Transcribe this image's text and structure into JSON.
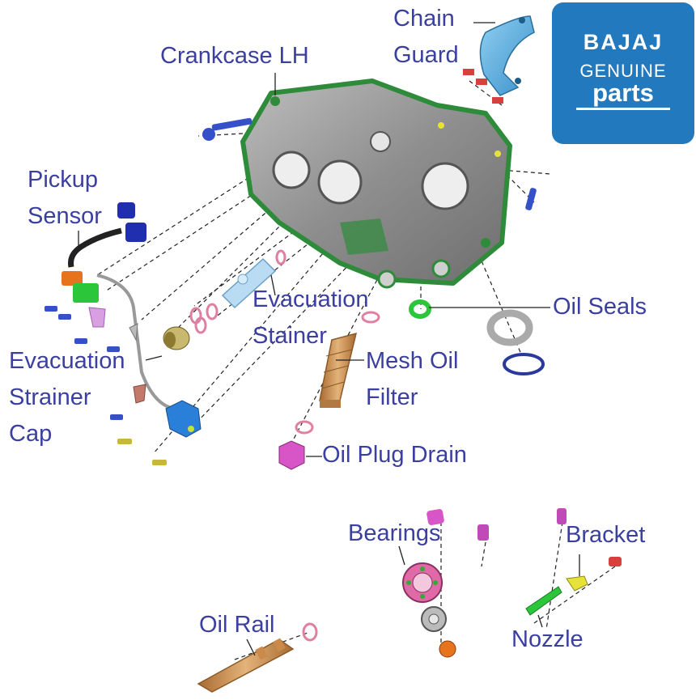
{
  "brand": {
    "logo_line1": "BAJAJ",
    "logo_line2": "GENUINE",
    "logo_line3": "parts",
    "background_color": "#2379bd"
  },
  "label_color": "#3a3fa0",
  "labels": {
    "crankcase_lh": "Crankcase LH",
    "chain_guard_1": "Chain",
    "chain_guard_2": "Guard",
    "pickup_sensor_1": "Pickup",
    "pickup_sensor_2": "Sensor",
    "evacuation_stainer_1": "Evacuation",
    "evacuation_stainer_2": "Stainer",
    "oil_seals": "Oil Seals",
    "evac_strainer_cap_1": "Evacuation",
    "evac_strainer_cap_2": "Strainer",
    "evac_strainer_cap_3": "Cap",
    "mesh_oil_filter_1": "Mesh Oil",
    "mesh_oil_filter_2": "Filter",
    "oil_plug_drain": "Oil Plug Drain",
    "bearings": "Bearings",
    "bracket": "Bracket",
    "oil_rail": "Oil Rail",
    "nozzle": "Nozzle"
  },
  "part_colors": {
    "crankcase_body": "#9a9a9a",
    "gasket": "#2e8b3a",
    "chain_guard": "#4ba6dc",
    "sensor_connector": "#1f2fb0",
    "green_part": "#2cc63a",
    "orange_part": "#e8731d",
    "pink_part": "#d855c8",
    "bronze": "#c98a4a",
    "bolt_blue": "#3550c8",
    "bolt_yellow": "#c8b838",
    "red_bolt": "#d84040",
    "bearing_pink": "#e06aa8"
  }
}
